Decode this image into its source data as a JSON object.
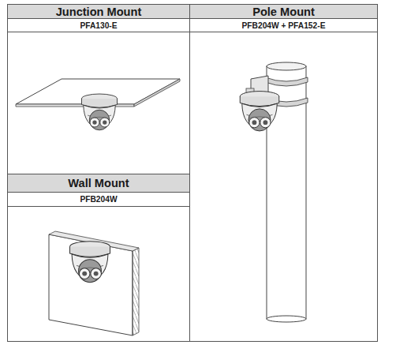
{
  "diagram": {
    "labels": [
      "Junction Mount",
      "PFA130-E",
      "Pole Mount",
      "PFB204W + PFA152-E",
      "Wall Mount",
      "PFB204W"
    ]
  }
}
